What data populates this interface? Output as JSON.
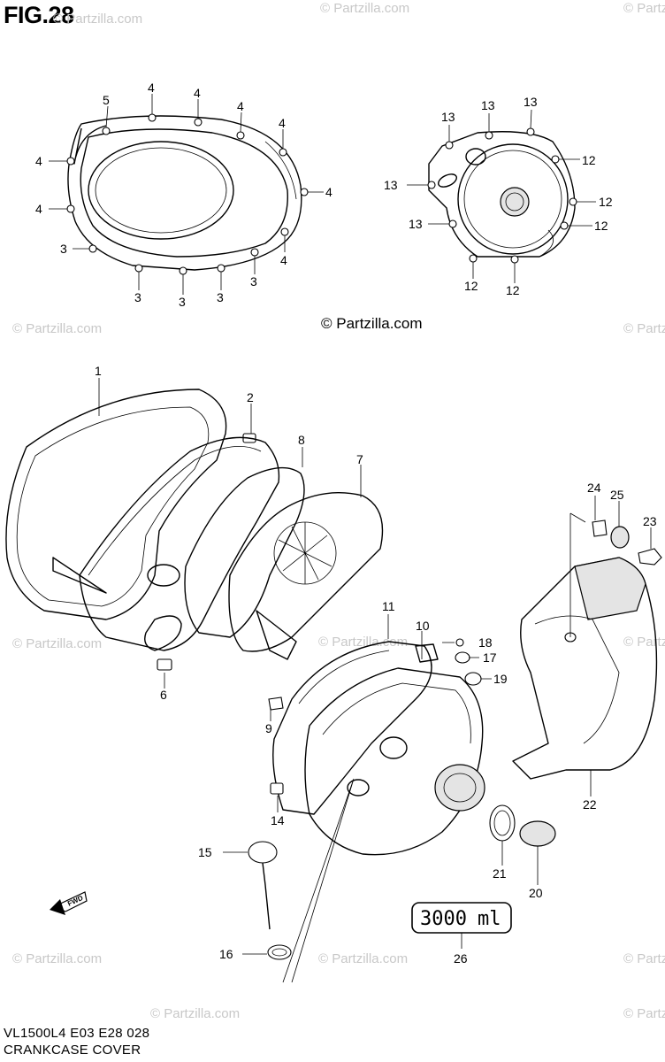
{
  "figure": {
    "title": "FIG.28",
    "copyright": "© Partzilla.com",
    "footer_code": "VL1500L4  E03  E28  028",
    "footer_title": "CRANKCASE COVER"
  },
  "watermarks": [
    "© Partzilla.com",
    "© Partzilla.com",
    "© Partzilla.com",
    "© Partzilla.com",
    "© Partzilla.com",
    "© Partzilla.com",
    "© Partzilla.com",
    "© Partzilla.com",
    "© Partzilla.com",
    "© Partzilla.com",
    "© Partzilla.com",
    "© Partzilla.com",
    "© Partzilla.com"
  ],
  "callouts": {
    "c1": "1",
    "c2": "2",
    "c3": "3",
    "c4": "4",
    "c5": "5",
    "c6": "6",
    "c7": "7",
    "c8": "8",
    "c9": "9",
    "c10": "10",
    "c11": "11",
    "c12": "12",
    "c13": "13",
    "c14": "14",
    "c15": "15",
    "c16": "16",
    "c17": "17",
    "c18": "18",
    "c19": "19",
    "c20": "20",
    "c21": "21",
    "c22": "22",
    "c23": "23",
    "c24": "24",
    "c25": "25",
    "c26": "26"
  },
  "oil_label": {
    "volume": "3000",
    "unit": "ml"
  },
  "fwd_arrow": "FWD"
}
